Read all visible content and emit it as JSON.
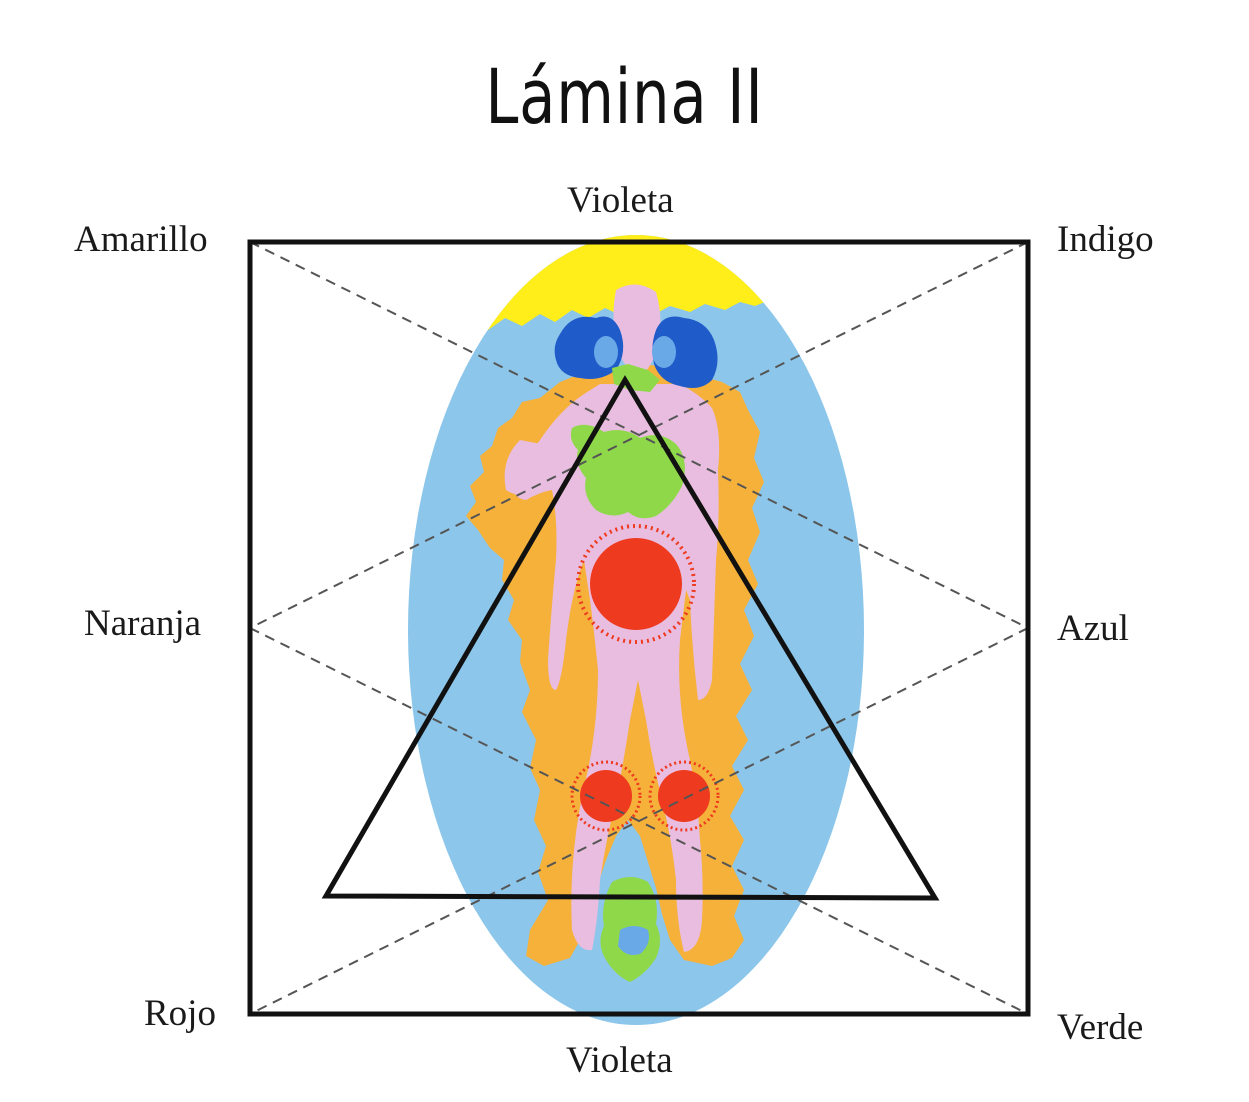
{
  "title": "Lámina II",
  "corners": {
    "top_left": "Amarillo",
    "top_center": "Violeta",
    "top_right": "Indigo",
    "middle_left": "Naranja",
    "middle_right": "Azul",
    "bottom_left": "Rojo",
    "bottom_center": "Violeta",
    "bottom_right": "Verde"
  },
  "colors": {
    "aura_blue": "#8cc6ea",
    "crown_yellow": "#ffee1a",
    "body_pink": "#e9bde0",
    "aura_orange": "#f5b13a",
    "throat_blue": "#1f5bc9",
    "heart_green": "#8fd84a",
    "energy_red": "#ee3a1e",
    "frame": "#111111"
  }
}
